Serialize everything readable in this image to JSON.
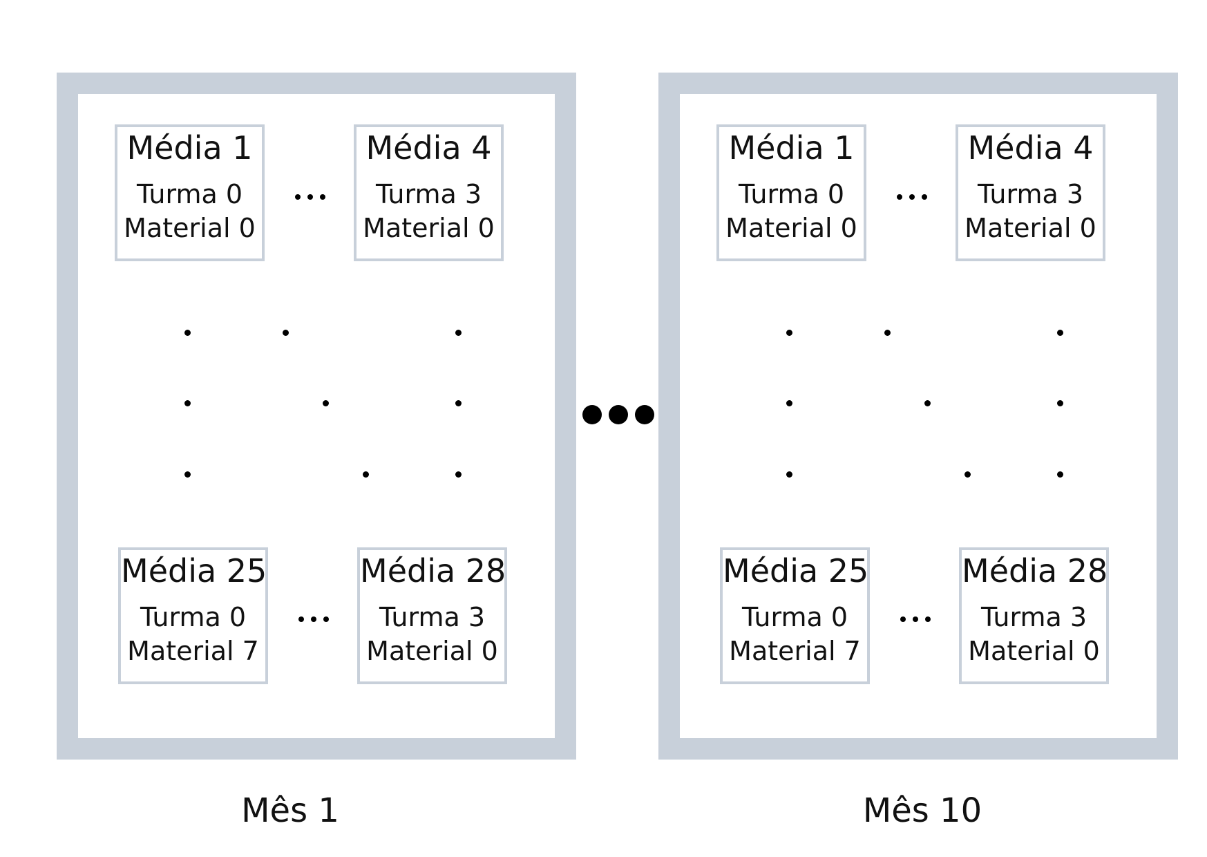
{
  "months": [
    {
      "label": "Mês 1",
      "cards": [
        {
          "title": "Média 1",
          "turma": "Turma 0",
          "material": "Material 0"
        },
        {
          "title": "Média 4",
          "turma": "Turma 3",
          "material": "Material 0"
        },
        {
          "title": "Média 25",
          "turma": "Turma 0",
          "material": "Material 7"
        },
        {
          "title": "Média 28",
          "turma": "Turma 3",
          "material": "Material 0"
        }
      ]
    },
    {
      "label": "Mês 10",
      "cards": [
        {
          "title": "Média 1",
          "turma": "Turma 0",
          "material": "Material 0"
        },
        {
          "title": "Média 4",
          "turma": "Turma 3",
          "material": "Material 0"
        },
        {
          "title": "Média 25",
          "turma": "Turma 0",
          "material": "Material 7"
        },
        {
          "title": "Média 28",
          "turma": "Turma 3",
          "material": "Material 0"
        }
      ]
    }
  ],
  "colors": {
    "panel_border": "#c8d0da",
    "card_border": "#c8d0da",
    "text": "#111111",
    "dots": "#000000"
  }
}
